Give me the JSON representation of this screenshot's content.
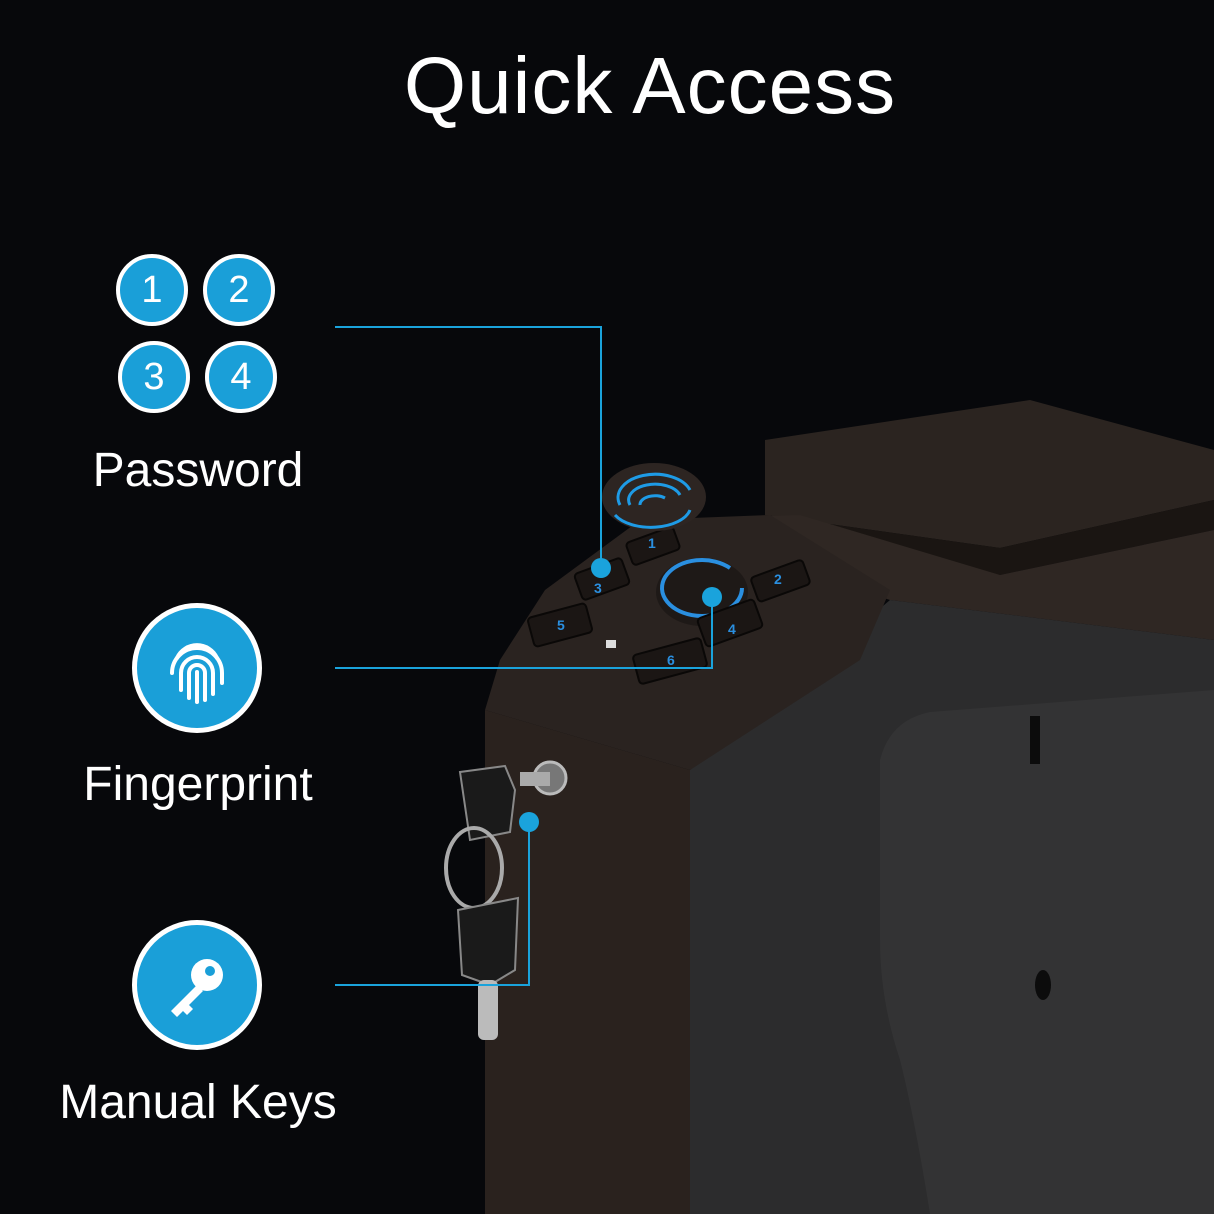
{
  "title": "Quick Access",
  "features": {
    "password": {
      "label": "Password",
      "digits": [
        "1",
        "2",
        "3",
        "4"
      ],
      "icon": "number-keypad-icon"
    },
    "fingerprint": {
      "label": "Fingerprint",
      "icon": "fingerprint-icon"
    },
    "keys": {
      "label": "Manual Keys",
      "icon": "key-icon"
    }
  },
  "keypad_keys": [
    "1",
    "2",
    "3",
    "4",
    "5",
    "6"
  ],
  "colors": {
    "accent": "#1a9fd8",
    "background": "#07080b",
    "text": "#ffffff"
  }
}
